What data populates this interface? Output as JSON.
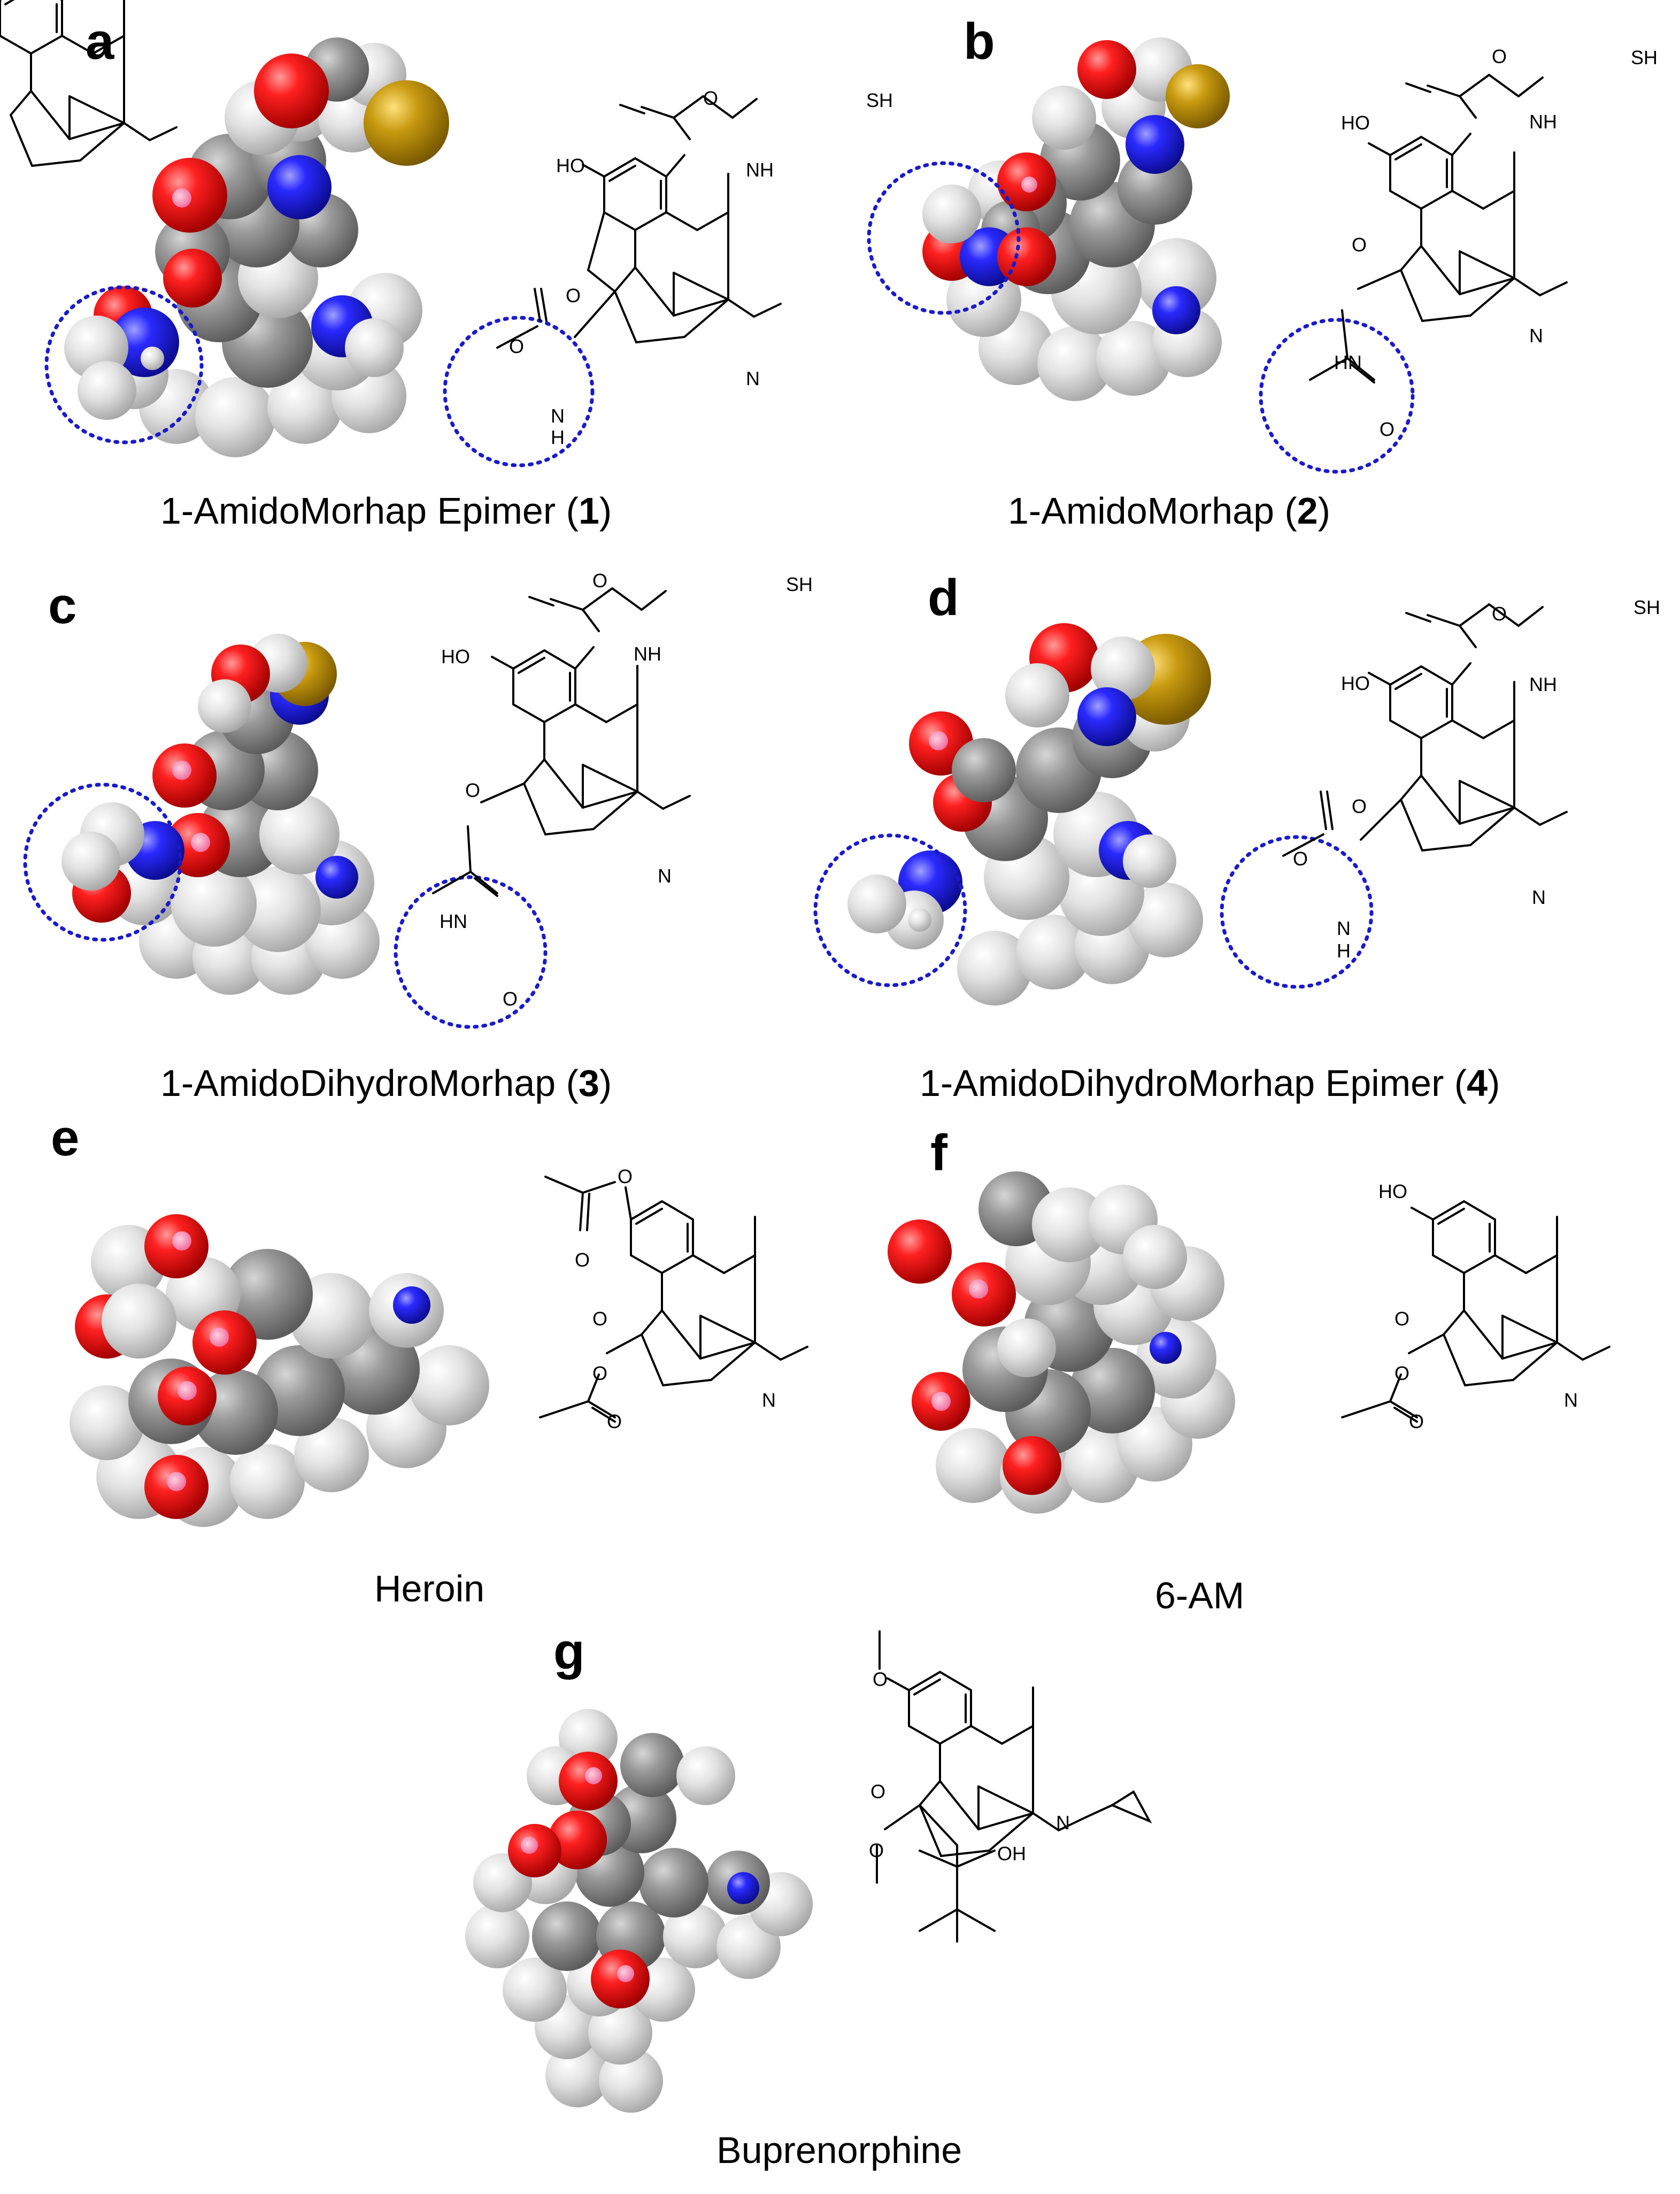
{
  "colors": {
    "oxygen": "#e01010",
    "nitrogen": "#1c1ce0",
    "carbon": "#8a8a8a",
    "hydrogen": "#e2e2e2",
    "sulfur": "#b8900c",
    "highlight_circle": "#1a1acc",
    "bond": "#000000"
  },
  "panels": [
    {
      "letter": "a",
      "caption_prefix": "1-AmidoMorhap Epimer (",
      "caption_bold": "1",
      "caption_suffix": ")",
      "atom_labels": {
        "ho": "HO",
        "nh_top": "NH",
        "sh": "SH",
        "o_carbonyl_top": "O",
        "o_ring": "O",
        "o_amide": "O",
        "n_amide": "N",
        "h_amide": "H",
        "n_ring": "N"
      }
    },
    {
      "letter": "b",
      "caption_prefix": "1-AmidoMorhap (",
      "caption_bold": "2",
      "caption_suffix": ")",
      "atom_labels": {
        "ho": "HO",
        "nh_top": "NH",
        "sh": "SH",
        "o_carbonyl_top": "O",
        "o_ring": "O",
        "nh_amide": "HN",
        "o_amide": "O",
        "n_ring": "N"
      }
    },
    {
      "letter": "c",
      "caption_prefix": "1-AmidoDihydroMorhap (",
      "caption_bold": "3",
      "caption_suffix": ")",
      "atom_labels": {
        "ho": "HO",
        "nh_top": "NH",
        "sh": "SH",
        "o_carbonyl_top": "O",
        "o_ring": "O",
        "nh_amide": "HN",
        "o_amide": "O",
        "n_ring": "N"
      }
    },
    {
      "letter": "d",
      "caption_prefix": "1-AmidoDihydroMorhap Epimer (",
      "caption_bold": "4",
      "caption_suffix": ")",
      "atom_labels": {
        "ho": "HO",
        "nh_top": "NH",
        "sh": "SH",
        "o_carbonyl_top": "O",
        "o_ring": "O",
        "o_amide": "O",
        "n_amide": "N",
        "h_amide": "H",
        "n_ring": "N"
      }
    },
    {
      "letter": "e",
      "caption": "Heroin",
      "atom_labels": {
        "o_ester_top": "O",
        "o_carbonyl_top": "O",
        "o_ring": "O",
        "o_ester_bottom": "O",
        "o_carbonyl_bottom": "O",
        "n_ring": "N"
      }
    },
    {
      "letter": "f",
      "caption": "6-AM",
      "atom_labels": {
        "ho": "HO",
        "o_ring": "O",
        "o_ester": "O",
        "o_carbonyl": "O",
        "n_ring": "N"
      }
    },
    {
      "letter": "g",
      "caption": "Buprenorphine",
      "atom_labels": {
        "o_methoxy_top": "O",
        "o_ring": "O",
        "o_methoxy": "O",
        "oh": "OH",
        "n_ring": "N"
      }
    }
  ]
}
